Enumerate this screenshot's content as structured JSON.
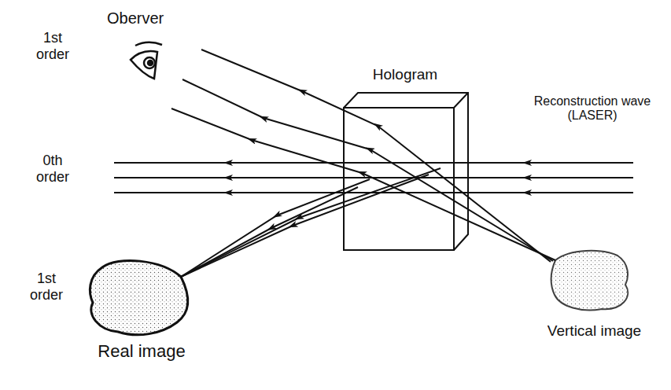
{
  "diagram": {
    "nodes": [
      {
        "text": [
          "Hologram"
        ]
      },
      {
        "text": [
          "Real image"
        ]
      },
      {
        "text": [
          "Vertical image"
        ]
      }
    ],
    "labels": [
      "Oberver",
      "1st order",
      "0th order",
      "1st order",
      "Reconstruction wave (LASER)"
    ]
  }
}
